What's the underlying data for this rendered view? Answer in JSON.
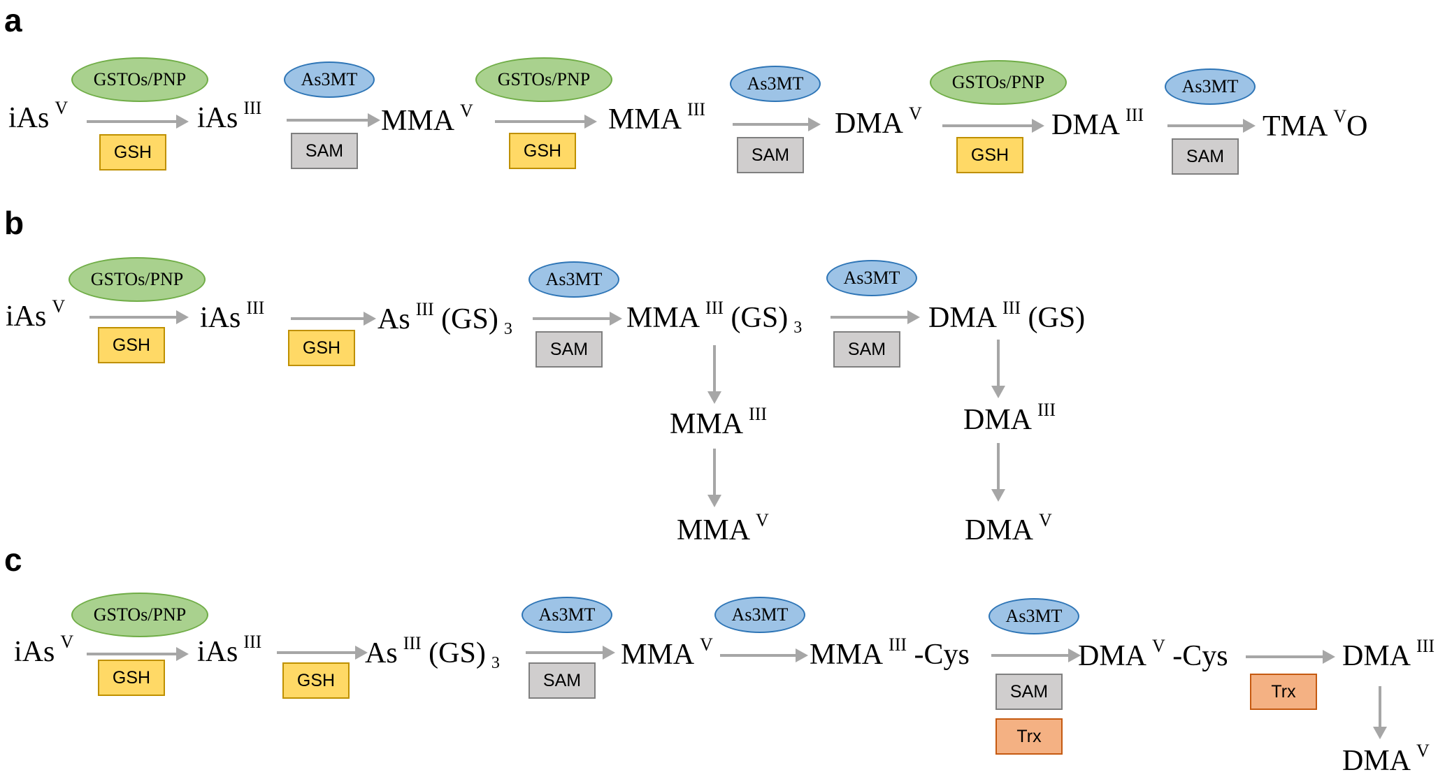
{
  "panels": [
    {
      "label": "a",
      "nodes": [
        {
          "main": "iAs",
          "sup": "V",
          "suffix": ""
        },
        {
          "main": "iAs",
          "sup": "III",
          "suffix": ""
        },
        {
          "main": "MMA",
          "sup": "V",
          "suffix": ""
        },
        {
          "main": "MMA",
          "sup": "III",
          "suffix": ""
        },
        {
          "main": "DMA",
          "sup": "V",
          "suffix": ""
        },
        {
          "main": "DMA",
          "sup": "III",
          "suffix": ""
        },
        {
          "main": "TMA",
          "sup": "V",
          "suffix": "O"
        }
      ],
      "enzymes": [
        "GSTOs/PNP",
        "As3MT",
        "GSTOs/PNP",
        "As3MT",
        "GSTOs/PNP",
        "As3MT"
      ],
      "cofactors": [
        "GSH",
        "SAM",
        "GSH",
        "SAM",
        "GSH",
        "SAM"
      ]
    },
    {
      "label": "b",
      "nodes": [
        {
          "main": "iAs",
          "sup": "V"
        },
        {
          "main": "iAs",
          "sup": "III"
        },
        {
          "main": "As",
          "sup": "III",
          "rest": "(GS)",
          "sub": "3"
        },
        {
          "main": "MMA",
          "sup": "III",
          "rest": "(GS)",
          "sub": "3"
        },
        {
          "main": "DMA",
          "sup": "III",
          "rest": "(GS)"
        },
        {
          "main": "MMA",
          "sup": "III"
        },
        {
          "main": "MMA",
          "sup": "V"
        },
        {
          "main": "DMA",
          "sup": "III"
        },
        {
          "main": "DMA",
          "sup": "V"
        }
      ],
      "enzymes": [
        "GSTOs/PNP",
        "As3MT",
        "As3MT"
      ],
      "cofactors": [
        "GSH",
        "GSH",
        "SAM",
        "SAM"
      ]
    },
    {
      "label": "c",
      "nodes": [
        {
          "main": "iAs",
          "sup": "V"
        },
        {
          "main": "iAs",
          "sup": "III"
        },
        {
          "main": "As",
          "sup": "III",
          "rest": "(GS)",
          "sub": "3"
        },
        {
          "main": "MMA",
          "sup": "V"
        },
        {
          "main": "MMA",
          "sup": "III",
          "rest": "-Cys"
        },
        {
          "main": "DMA",
          "sup": "V",
          "rest": "-Cys"
        },
        {
          "main": "DMA",
          "sup": "III"
        },
        {
          "main": "DMA",
          "sup": "V"
        }
      ],
      "enzymes": [
        "GSTOs/PNP",
        "As3MT",
        "As3MT",
        "As3MT"
      ],
      "cofactors": [
        "GSH",
        "GSH",
        "SAM",
        "SAM",
        "Trx",
        "Trx"
      ]
    }
  ],
  "colors": {
    "gsto_fill": "#a9d18e",
    "as3mt_fill": "#9dc3e6",
    "gsh_fill": "#ffd966",
    "sam_fill": "#d0cece",
    "trx_fill": "#f4b183",
    "arrow": "#a6a6a6"
  }
}
